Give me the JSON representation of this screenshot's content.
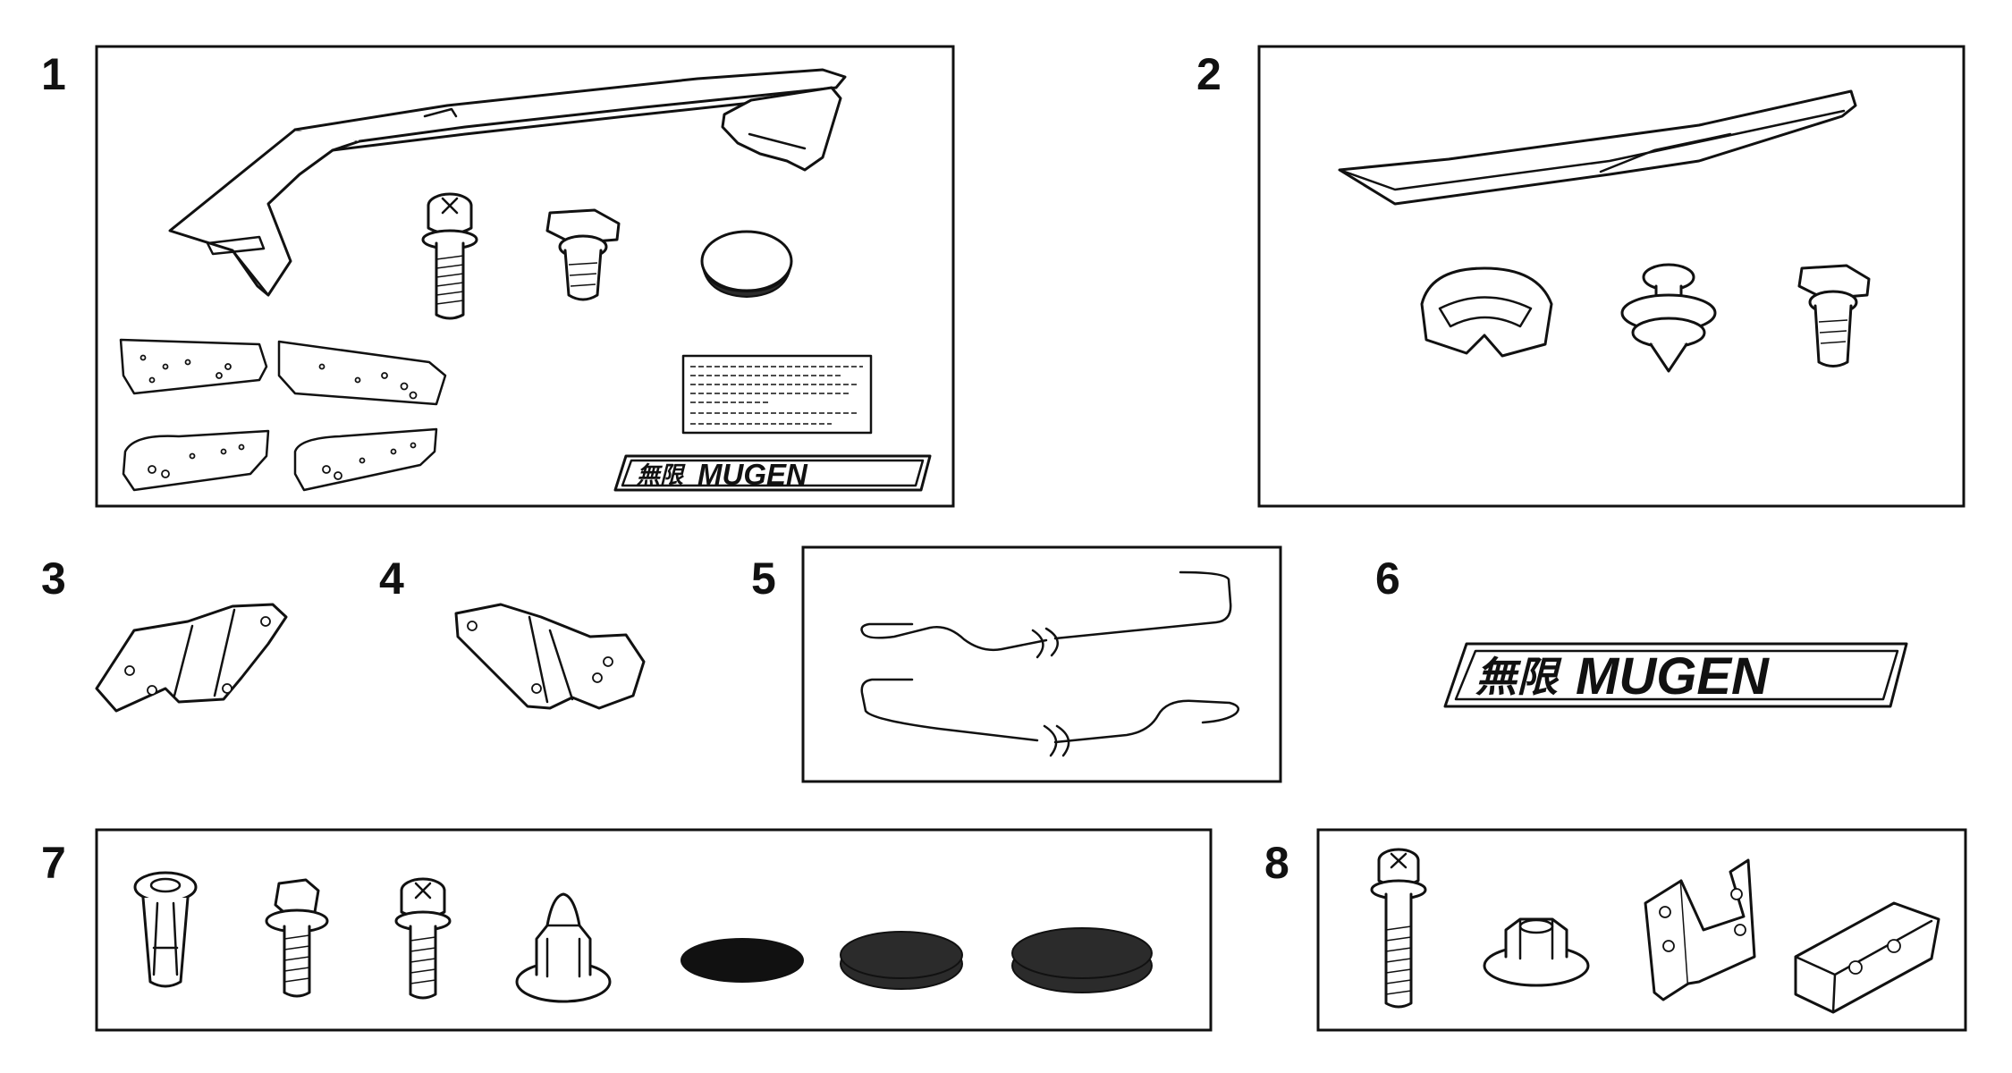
{
  "items": [
    {
      "number": "1"
    },
    {
      "number": "2"
    },
    {
      "number": "3"
    },
    {
      "number": "4"
    },
    {
      "number": "5"
    },
    {
      "number": "6"
    },
    {
      "number": "7"
    },
    {
      "number": "8"
    }
  ],
  "logo": {
    "kanji": "無限",
    "wordmark": "MUGEN"
  }
}
